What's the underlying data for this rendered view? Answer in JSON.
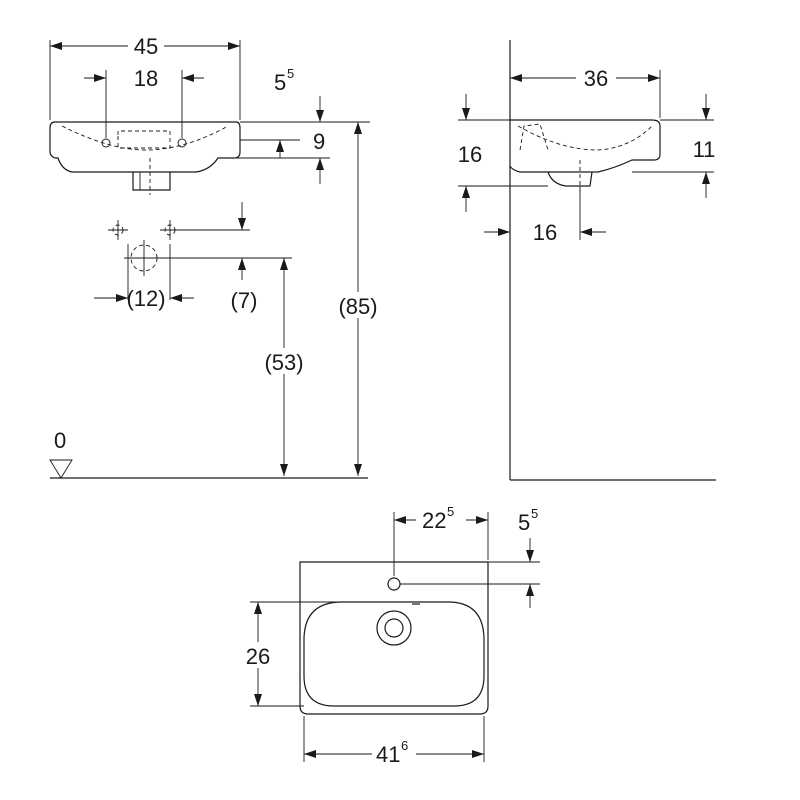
{
  "front_view": {
    "width": "45",
    "tap_hole_spacing": "18",
    "rim_offset_base": "5",
    "rim_offset_sup": "5",
    "bowl_depth": "9",
    "waste_spacing": "(12)",
    "waste_rise": "(7)",
    "waste_height": "(53)",
    "total_height": "(85)",
    "floor_label": "0"
  },
  "side_view": {
    "projection": "36",
    "height_left": "16",
    "height_right": "11",
    "waste_offset": "16"
  },
  "top_view": {
    "tap_hole_offset_base": "22",
    "tap_hole_offset_sup": "5",
    "tap_hole_back_base": "5",
    "tap_hole_back_sup": "5",
    "depth": "26",
    "width_base": "41",
    "width_sup": "6"
  }
}
